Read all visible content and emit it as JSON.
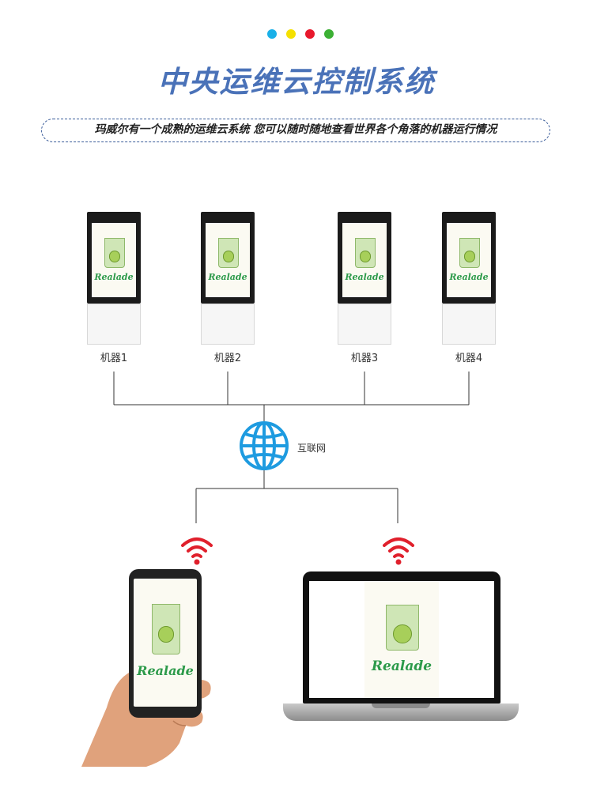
{
  "header": {
    "dot_colors": [
      "#1ab0e8",
      "#f5e000",
      "#e8182c",
      "#3cb034"
    ],
    "title": "中央运维云控制系统",
    "subtitle": "玛威尔有一个成熟的运维云系统 您可以随时随地查看世界各个角落的机器运行情况"
  },
  "machines": [
    {
      "label": "机器1"
    },
    {
      "label": "机器2"
    },
    {
      "label": "机器3"
    },
    {
      "label": "机器4"
    }
  ],
  "network": {
    "label": "互联网",
    "icon": "globe-icon",
    "color": "#1e9be0"
  },
  "wifi": {
    "icon": "wifi-icon",
    "color": "#e0202c"
  },
  "screen_content": {
    "brand_script": "Realade"
  },
  "clients": [
    {
      "name": "phone",
      "icon": "smartphone-icon"
    },
    {
      "name": "laptop",
      "icon": "laptop-icon"
    }
  ]
}
